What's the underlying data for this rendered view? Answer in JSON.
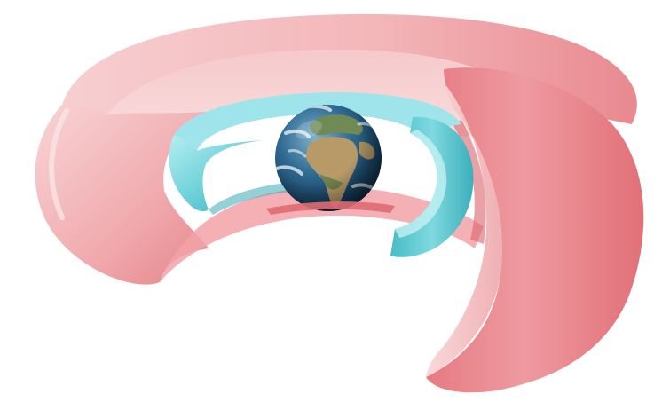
{
  "figure": {
    "subject": "earth-with-radiation-belts",
    "labels": [],
    "elements": [
      {
        "name": "outer-belt",
        "color": "#e77f86"
      },
      {
        "name": "inner-belt",
        "color": "#52c6d0"
      },
      {
        "name": "earth-globe",
        "color": "#2f5d86"
      }
    ],
    "colors": {
      "outer_light": "#f6c4c6",
      "outer_mid": "#ea8d92",
      "outer_dark": "#d85e66",
      "inner_light": "#a8eaee",
      "inner_mid": "#5dcbd4",
      "inner_dark": "#2fa7b3",
      "ocean": "#2f5d86",
      "land": "#b89a6a",
      "cloud": "#eef5f7"
    }
  }
}
